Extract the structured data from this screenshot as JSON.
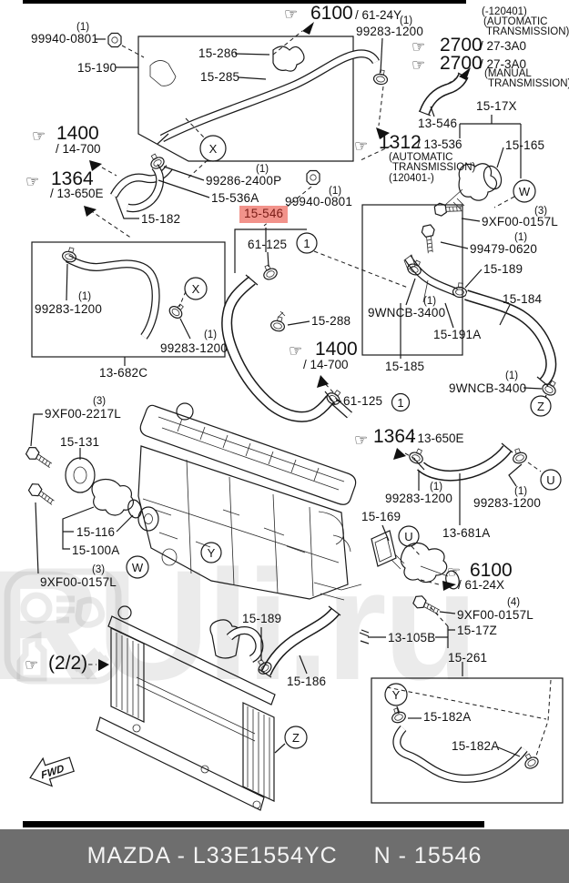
{
  "diagram": {
    "footer_left": "MAZDA - L33E1554YC",
    "footer_right": "N - 15546",
    "watermark": "RUli.ru",
    "fwd_label": "FWD",
    "highlight_color": "#f2938b"
  },
  "circles": {
    "x": "X",
    "w": "W",
    "y": "Y",
    "z": "Z",
    "u": "U",
    "one": "1"
  },
  "refs": {
    "r6100y": {
      "num": "6100",
      "suffix": "/ 61-24Y"
    },
    "r2700a": {
      "num": "2700",
      "suffix": "/ 27-3A0"
    },
    "r2700m": {
      "num": "2700",
      "suffix": "/ 27-3A0"
    },
    "r1312": {
      "num": "1312",
      "suffix": "/ 13-536"
    },
    "r1400": {
      "num": "1400",
      "suffix": "/ 14-700"
    },
    "r1364": {
      "num": "1364",
      "suffix": "/ 13-650E"
    },
    "r6100x": {
      "num": "6100",
      "suffix": "/ 61-24X"
    },
    "r22": {
      "num": "(2/2)"
    }
  },
  "notes": {
    "top_auto": [
      "(-120401)",
      "(AUTOMATIC",
      "TRANSMISSION)"
    ],
    "manual": [
      "(MANUAL",
      "TRANSMISSION)"
    ],
    "auto_1312": [
      "(AUTOMATIC",
      "TRANSMISSION)",
      "(120401-)"
    ]
  },
  "parts": {
    "p99940_0801": {
      "qty": "(1)",
      "num": "99940-0801"
    },
    "p15_190": {
      "num": "15-190"
    },
    "p15_286": {
      "num": "15-286"
    },
    "p15_285": {
      "num": "15-285"
    },
    "p99283_1200": {
      "qty": "(1)",
      "num": "99283-1200"
    },
    "p13_546": {
      "num": "13-546"
    },
    "p15_17X": {
      "num": "15-17X"
    },
    "p15_165": {
      "num": "15-165"
    },
    "p99286_2400P": {
      "qty": "(1)",
      "num": "99286-2400P"
    },
    "p15_536A": {
      "num": "15-536A"
    },
    "p15_182": {
      "num": "15-182"
    },
    "p15_546": {
      "num": "15-546"
    },
    "p61_125": {
      "num": "61-125"
    },
    "p15_288": {
      "num": "15-288"
    },
    "p13_682C": {
      "num": "13-682C"
    },
    "p9XF00_2217L": {
      "qty": "(3)",
      "num": "9XF00-2217L"
    },
    "p15_131": {
      "num": "15-131"
    },
    "p15_116": {
      "num": "15-116"
    },
    "p15_100A": {
      "num": "15-100A"
    },
    "p9XF00_0157L_3": {
      "qty": "(3)",
      "num": "9XF00-0157L"
    },
    "p9XF00_0157L_4": {
      "qty": "(4)",
      "num": "9XF00-0157L"
    },
    "p99479_0620": {
      "qty": "(1)",
      "num": "99479-0620"
    },
    "p15_189": {
      "num": "15-189"
    },
    "p15_184": {
      "num": "15-184"
    },
    "p9WNCB_3400": {
      "qty": "(1)",
      "num": "9WNCB-3400"
    },
    "p15_191A": {
      "num": "15-191A"
    },
    "p15_185": {
      "num": "15-185"
    },
    "p13_681A": {
      "num": "13-681A"
    },
    "p15_169": {
      "num": "15-169"
    },
    "p13_105B": {
      "num": "13-105B"
    },
    "p15_17Z": {
      "num": "15-17Z"
    },
    "p15_261": {
      "num": "15-261"
    },
    "p15_186": {
      "num": "15-186"
    },
    "p15_182A": {
      "num": "15-182A"
    }
  },
  "icons": {
    "hand": "☞"
  }
}
